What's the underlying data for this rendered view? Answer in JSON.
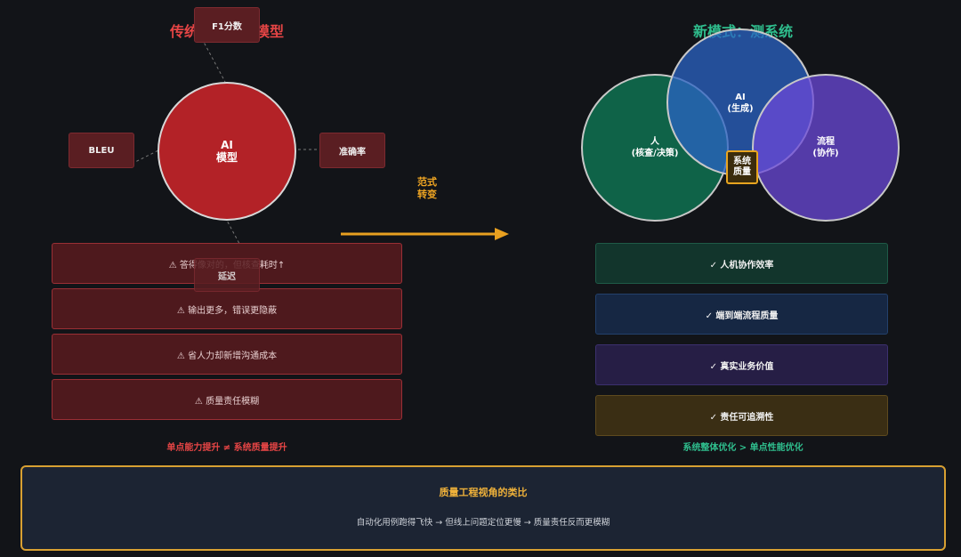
{
  "left": {
    "title": "传统模式：测模型",
    "metrics": [
      "F1分数",
      "BLEU",
      "准确率",
      "延迟"
    ],
    "ai_label_1": "AI",
    "ai_label_2": "模型",
    "warnings": [
      "⚠ 答得像对的，但核查耗时↑",
      "⚠ 输出更多，错误更隐蔽",
      "⚠ 省人力却新增沟通成本",
      "⚠ 质量责任模糊"
    ],
    "footer": "单点能力提升 ≠ 系统质量提升"
  },
  "shift": {
    "line1": "范式",
    "line2": "转变"
  },
  "right": {
    "title": "新模式：测系统",
    "venn": {
      "human": "人",
      "human_sub": "(核查/决策)",
      "ai": "AI",
      "ai_sub": "(生成)",
      "process": "流程",
      "process_sub": "(协作)",
      "center_1": "系统",
      "center_2": "质量"
    },
    "benefits": [
      "✓ 人机协作效率",
      "✓ 端到端流程质量",
      "✓ 真实业务价值",
      "✓ 责任可追溯性"
    ],
    "footer": "系统整体优化 > 单点性能优化"
  },
  "bottom": {
    "title": "质量工程视角的类比",
    "text": "自动化用例跑得飞快 → 但线上问题定位更慢 → 质量责任反而更模糊"
  }
}
